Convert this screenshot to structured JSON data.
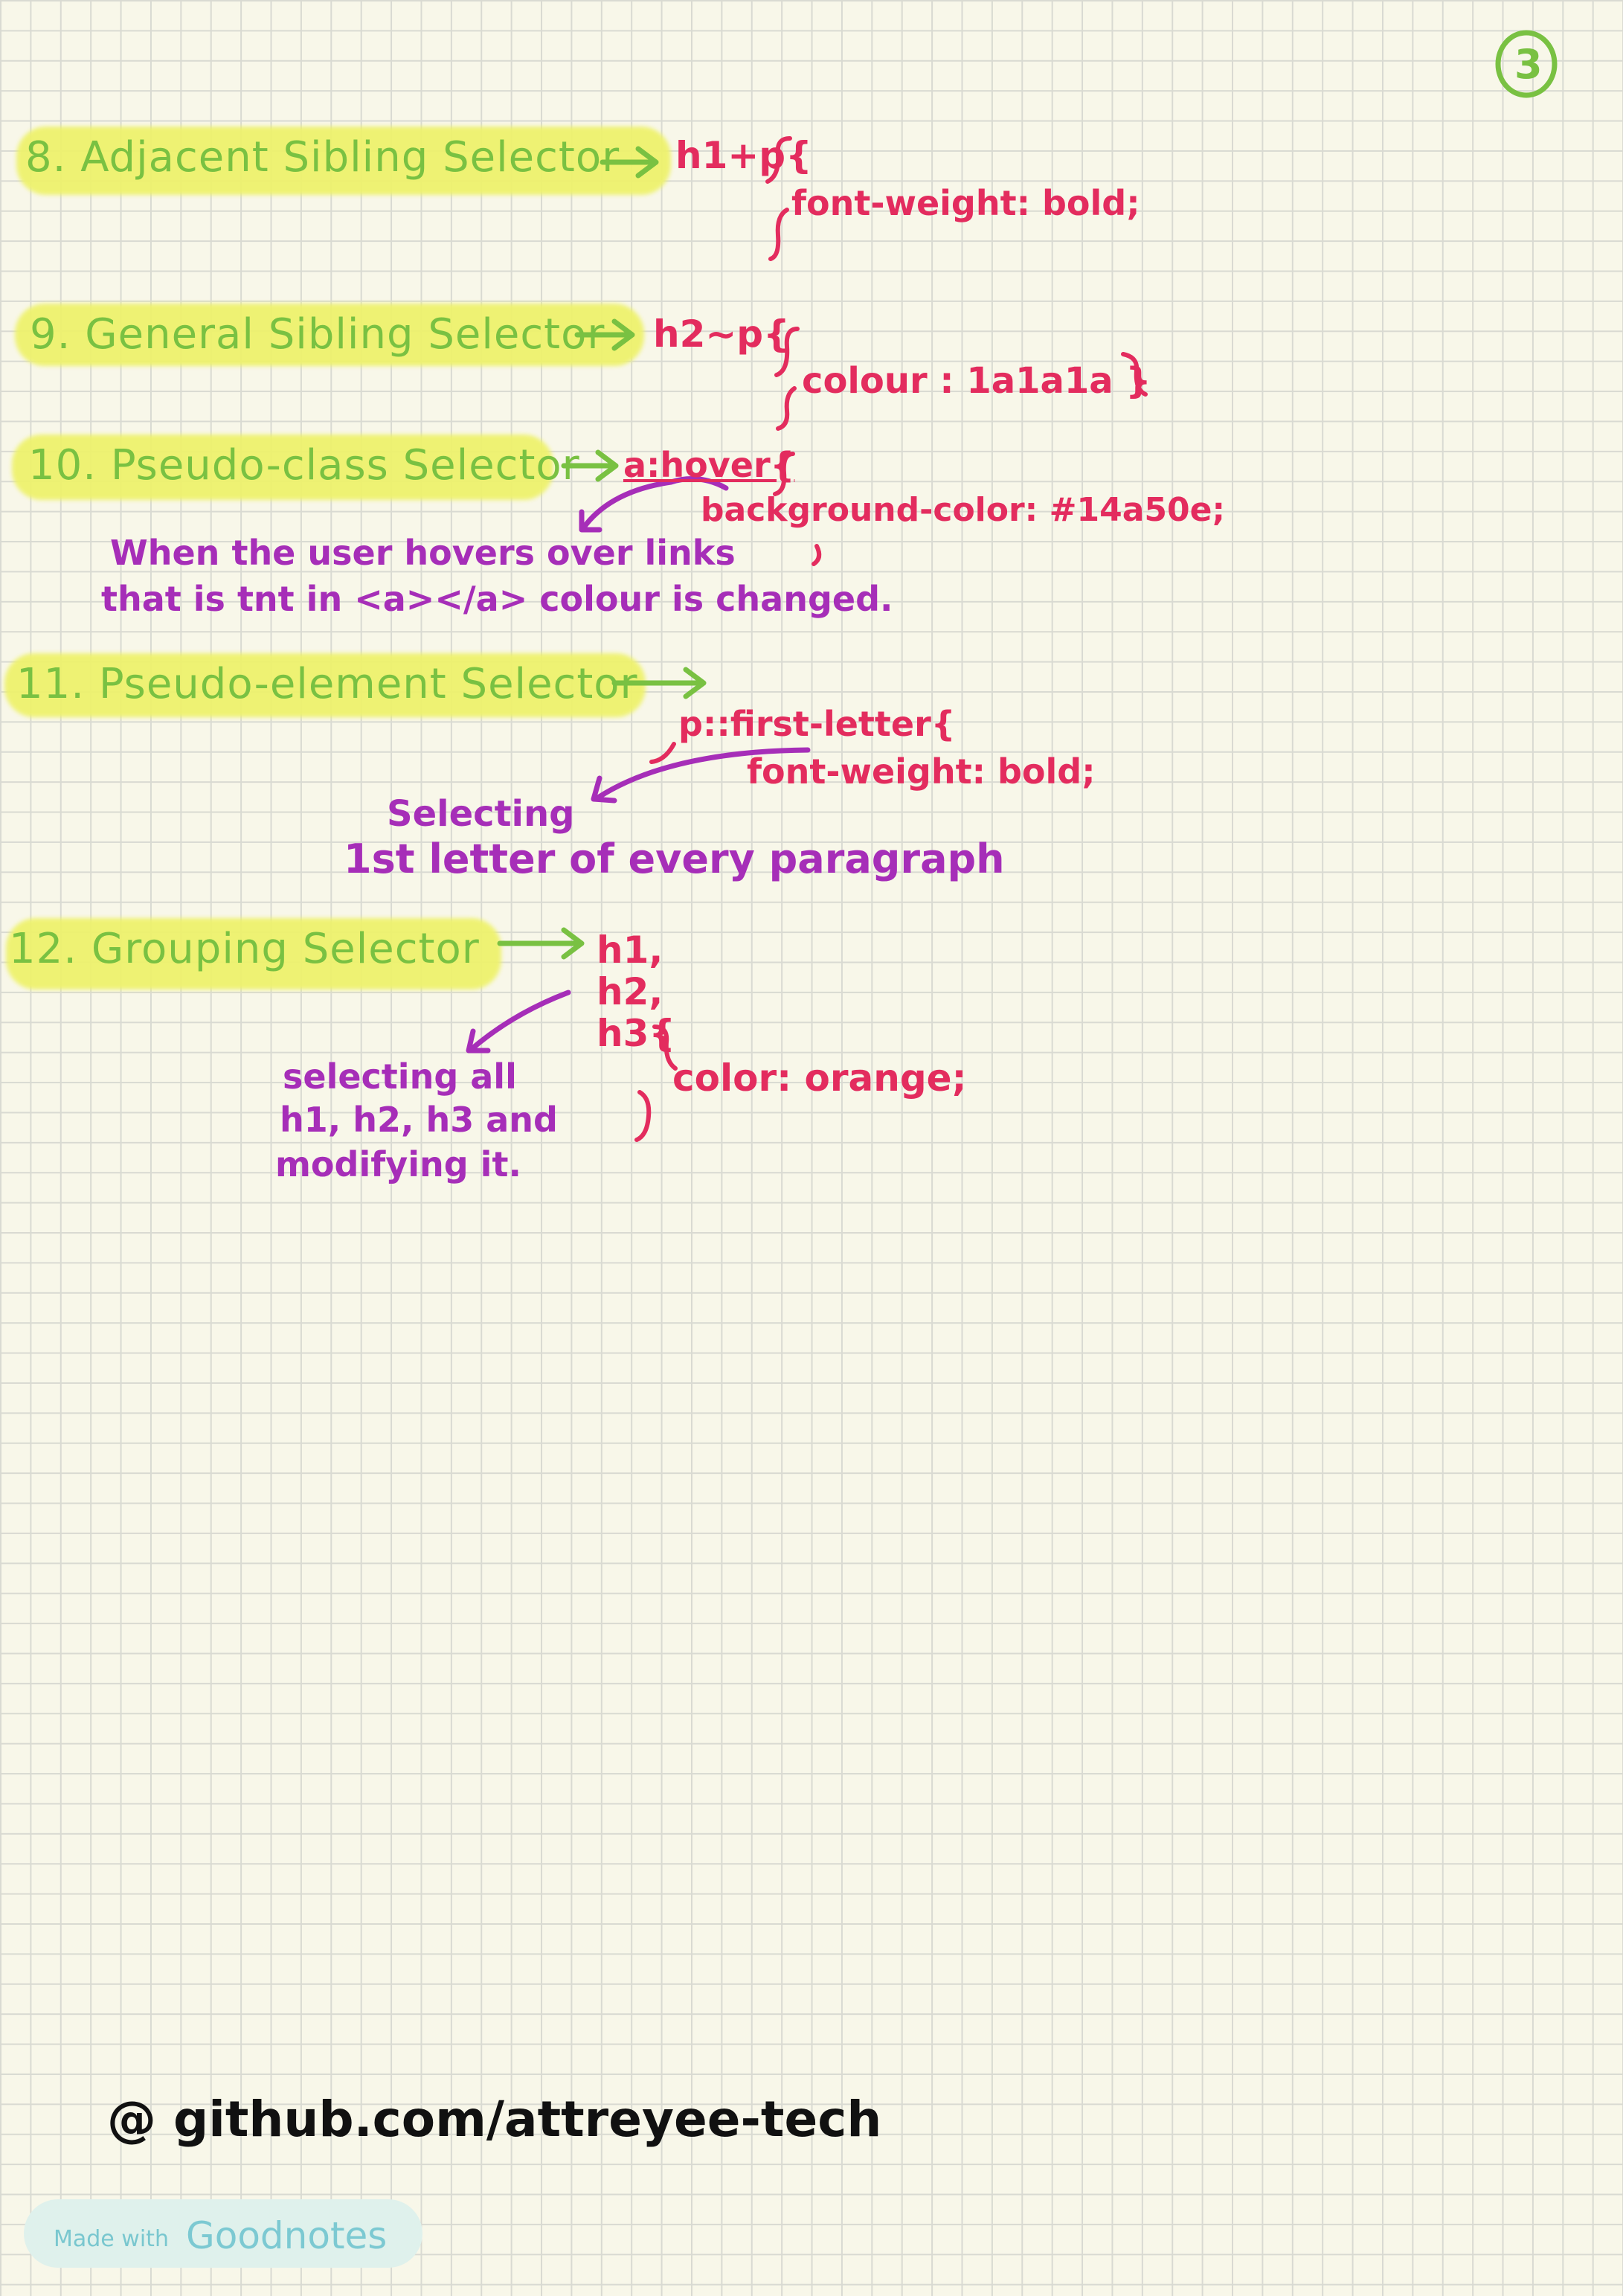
{
  "page_number": "3",
  "sections": [
    {
      "title": "8. Adjacent Sibling Selector",
      "code": [
        "h1+p{",
        "font-weight: bold;",
        "}"
      ]
    },
    {
      "title": "9. General Sibling Selector",
      "code": [
        "h2~p{",
        "colour : 1a1a1a }",
        "}"
      ]
    },
    {
      "title": "10. Pseudo-class Selector",
      "code": [
        "a:hover{",
        "background-color: #14a50e;",
        "}"
      ],
      "note": [
        "When the user hovers over links",
        "that is tnt in <a></a> colour is changed."
      ]
    },
    {
      "title": "11. Pseudo-element Selector",
      "code": [
        "p::first-letter{",
        "font-weight: bold;",
        "}"
      ],
      "note": [
        "Selecting",
        "1st letter of every paragraph"
      ]
    },
    {
      "title": "12. Grouping Selector",
      "code": [
        "h1,",
        "h2,",
        "h3{",
        "color: orange;",
        "}"
      ],
      "note": [
        "selecting all",
        "h1, h2, h3 and",
        "modifying it."
      ]
    }
  ],
  "footer": "@ github.com/attreyee-tech",
  "badge": {
    "made_with": "Made with",
    "brand": "Goodnotes"
  },
  "colors": {
    "heading": "#79c142",
    "code": "#e32c5e",
    "note": "#a62eb8",
    "highlight": "#eef26a",
    "paper": "#f8f7e9"
  },
  "icons": [
    "circled-number-icon",
    "arrow-right-icon",
    "curved-arrow-icon",
    "brace-icon"
  ]
}
